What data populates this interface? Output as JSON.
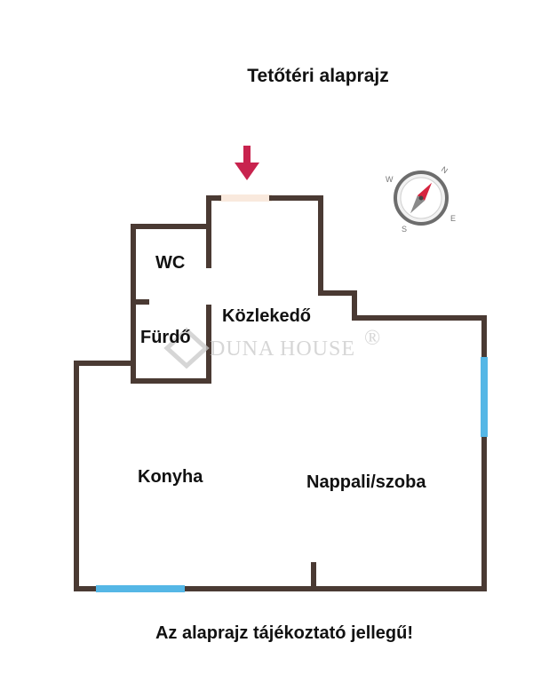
{
  "title": "Tetőtéri alaprajz",
  "note": "Az alaprajz tájékoztató jellegű!",
  "rooms": {
    "wc": "WC",
    "hallway": "Közlekedő",
    "bathroom": "Fürdő",
    "kitchen": "Konyha",
    "living": "Nappali/szoba"
  },
  "watermark": "DUNA HOUSE",
  "watermark_mark": "®",
  "compass": {
    "n": "N",
    "e": "E",
    "s": "S",
    "w": "W"
  },
  "colors": {
    "wall": "#4a3a33",
    "window": "#55b7e6",
    "entrance_arrow": "#c8234e",
    "door_gap": "#f9e9dd"
  }
}
